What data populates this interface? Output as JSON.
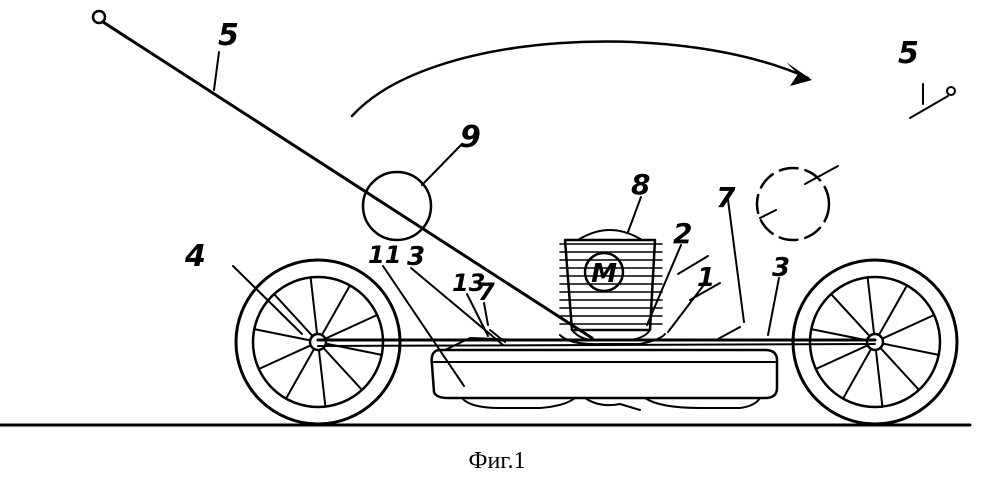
{
  "caption": "Фиг.1",
  "motor_label": "M",
  "labels": {
    "handle_left": "5",
    "handle_right": "5",
    "disc": "9",
    "motor": "8",
    "l2": "2",
    "l7_right": "7",
    "l4": "4",
    "l11": "11",
    "l3_left": "3",
    "l13": "13",
    "l7_left": "7",
    "l1": "1",
    "l3_right": "3"
  }
}
